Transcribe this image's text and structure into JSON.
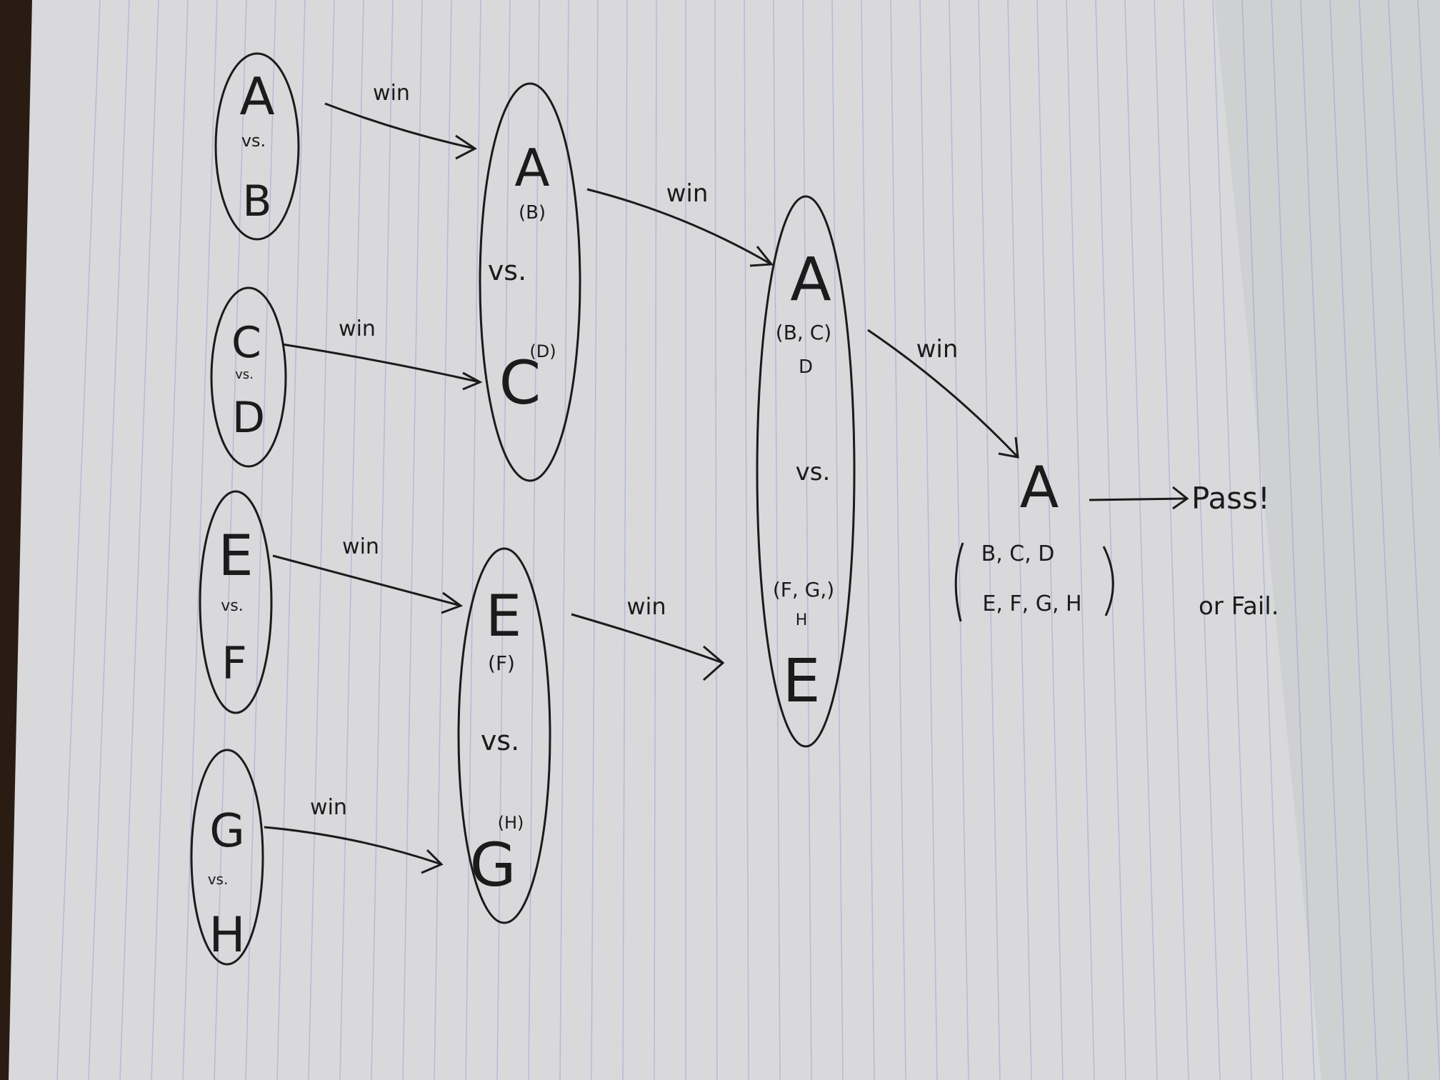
{
  "colors": {
    "paper": "#d9d9db",
    "paper_shadow": "#b9babd",
    "rule_line": "#8fa3cf",
    "ink": "#1b1b1b",
    "table": "#2a1c13"
  },
  "round1": [
    {
      "top": "A",
      "vs": "vs.",
      "bottom": "B",
      "arrow_label": "win"
    },
    {
      "top": "C",
      "vs": "vs.",
      "bottom": "D",
      "arrow_label": "win"
    },
    {
      "top": "E",
      "vs": "vs.",
      "bottom": "F",
      "arrow_label": "win"
    },
    {
      "top": "G",
      "vs": "vs.",
      "bottom": "H",
      "arrow_label": "win"
    }
  ],
  "round2": [
    {
      "top": "A",
      "top_note": "(B)",
      "vs": "vs.",
      "bottom": "C",
      "bottom_note": "(D)",
      "arrow_label": "win"
    },
    {
      "top": "E",
      "top_note": "(F)",
      "vs": "vs.",
      "bottom": "G",
      "bottom_note": "(H)",
      "arrow_label": "win"
    }
  ],
  "round3": {
    "top": "A",
    "top_note_line1": "(B, C)",
    "top_note_line2": "D",
    "vs": "vs.",
    "bottom_note_line1": "(F, G,)",
    "bottom_note_line2": "H",
    "bottom": "E",
    "arrow_label": "win"
  },
  "final": {
    "winner": "A",
    "beaten_line1": "B, C, D",
    "beaten_line2": "E, F, G, H",
    "pass_label": "Pass!",
    "fail_label": "or Fail."
  }
}
